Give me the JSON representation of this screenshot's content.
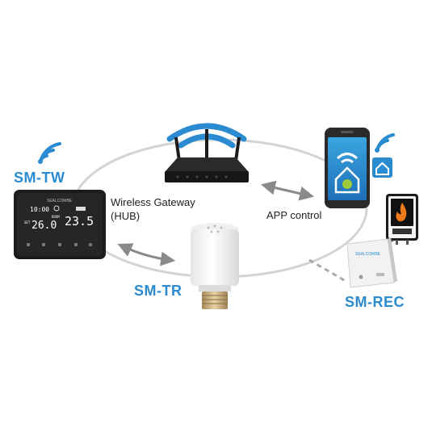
{
  "devices": {
    "thermostat": {
      "label": "SM-TW",
      "brand": "SEALCOMBE",
      "icon": "wifi-icon"
    },
    "radiator_valve": {
      "label": "SM-TR"
    },
    "receiver": {
      "label": "SM-REC",
      "brand": "SEALCOMBE"
    },
    "router": {
      "label_line1": "Wireless Gateway",
      "label_line2": "(HUB)",
      "icon": "router-icon"
    },
    "phone": {
      "label": "APP control",
      "icon": "smartphone-icon"
    }
  },
  "thermostat_screen": {
    "time": "10:00",
    "set_label": "SET",
    "set_value": "26.0",
    "room_label": "ROOM",
    "room_value": "23.5"
  },
  "colors": {
    "accent_blue": "#2b8bd0",
    "ring": "#d4d4d4",
    "arrow": "#8a8a8a",
    "device_black": "#1c1c1c",
    "flame": "#f07a1a"
  }
}
